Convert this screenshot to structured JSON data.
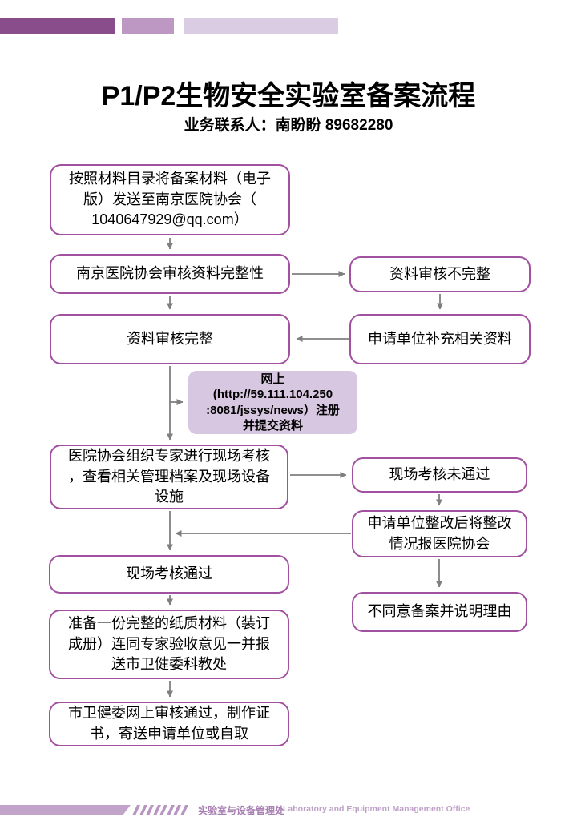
{
  "page": {
    "title": "P1/P2生物安全实验室备案流程",
    "contact": "业务联系人：南盼盼  89682280"
  },
  "flow": {
    "step1": "按照材料目录将备案材料（电子\n版）发送至南京医院协会（\n1040647929@qq.com）",
    "step2": "南京医院协会审核资料完整性",
    "step3": "资料审核完整",
    "note_online": "网上\n(http://59.111.104.250\n:8081/jssys/news）注册\n并提交资料",
    "step4": "医院协会组织专家进行现场考核\n，查看相关管理档案及现场设备\n设施",
    "step5": "现场考核通过",
    "step6": "准备一份完整的纸质材料（装订\n成册）连同专家验收意见一并报\n送市卫健委科教处",
    "step7": "市卫健委网上审核通过，制作证\n书，寄送申请单位或自取",
    "branch1_fail": "资料审核不完整",
    "branch1_fix": "申请单位补充相关资料",
    "branch2_fail": "现场考核未通过",
    "branch2_fix": "申请单位整改后将整改\n情况报医院协会",
    "branch2_reject": "不同意备案并说明理由"
  },
  "footer": {
    "dept_cn": "实验室与设备管理处",
    "dept_en": "Laboratory and Equipment Management Office"
  },
  "colors": {
    "box_border": "#a1519f",
    "note_fill": "#d8c7e0",
    "arrow": "#7f7f7f",
    "bar_dark": "#8a4d8c",
    "bar_mid": "#bc98c3",
    "bar_light": "#d9cce3",
    "footer_accent": "#c2a3c9",
    "footer_text_cn": "#a87fb2",
    "footer_text_en": "#bfa2c7"
  }
}
